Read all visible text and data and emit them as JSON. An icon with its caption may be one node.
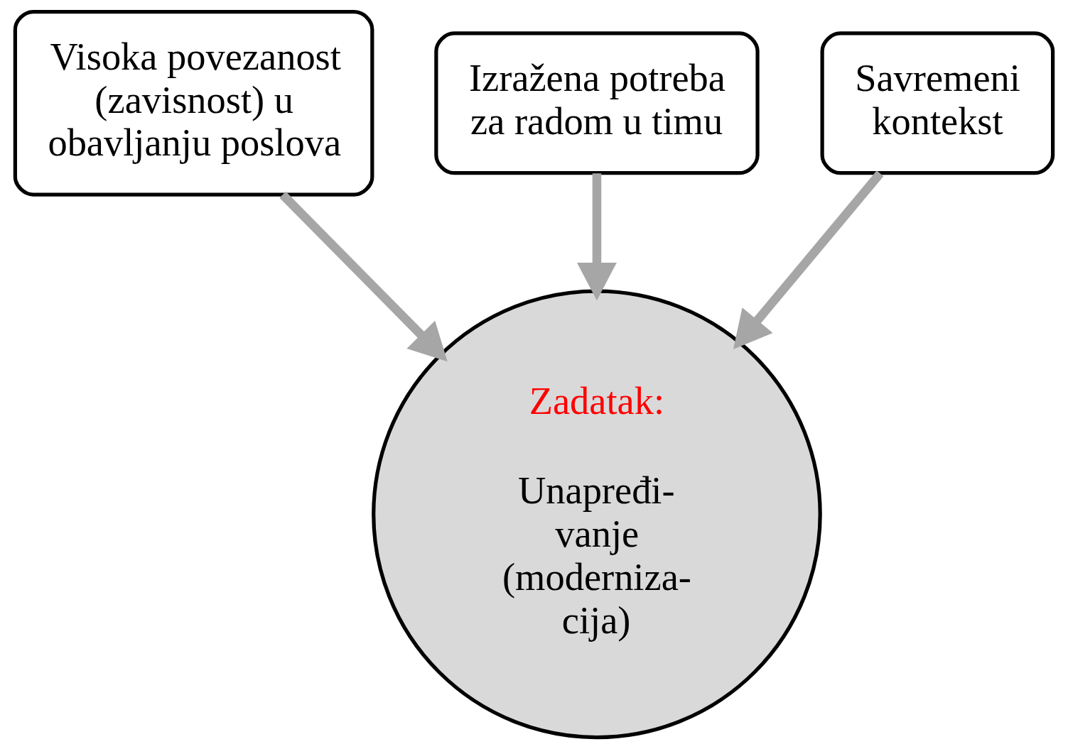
{
  "diagram": {
    "nodes": [
      {
        "text": [
          "Visoka povezanost (zavisnost) u obavljanju poslova"
        ]
      },
      {
        "text": [
          "Izražena potreba za radom u timu"
        ]
      },
      {
        "text": [
          "Savremeni kontekst"
        ]
      },
      {
        "text": [
          "Zadatak:",
          "Unapređi- vanje (moderniza- cija)"
        ]
      }
    ],
    "edges": [
      {
        "from": 0,
        "to": 3,
        "arrow": "to",
        "color": "#a6a6a6"
      },
      {
        "from": 1,
        "to": 3,
        "arrow": "to",
        "color": "#a6a6a6"
      },
      {
        "from": 2,
        "to": 3,
        "arrow": "to",
        "color": "#a6a6a6"
      }
    ]
  }
}
